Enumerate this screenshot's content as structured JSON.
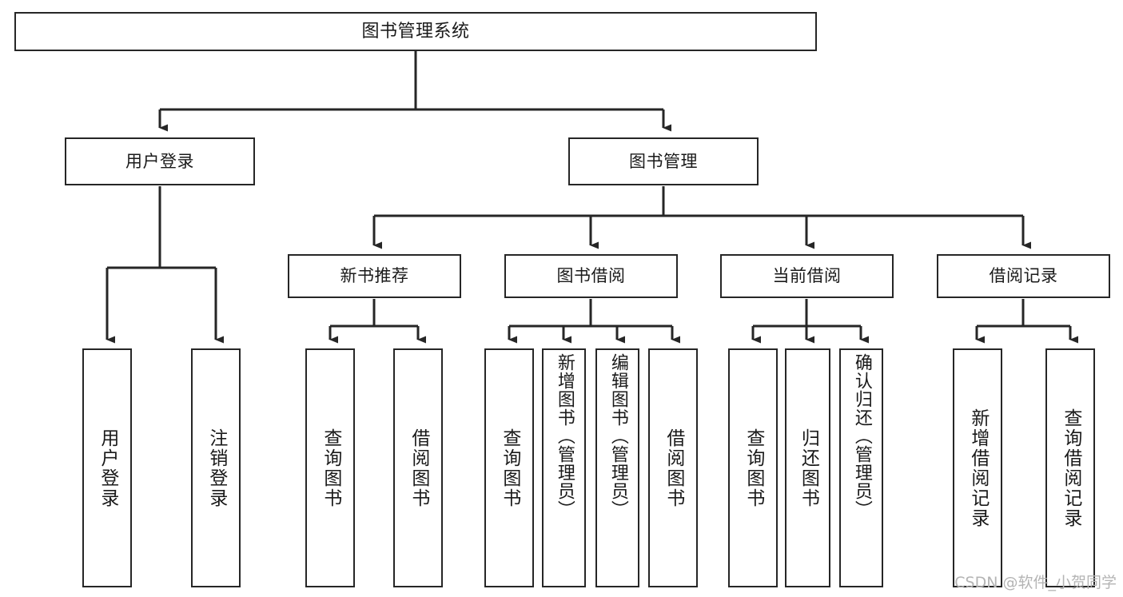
{
  "diagram": {
    "title": "图书管理系统",
    "type": "tree-hierarchy",
    "stroke_color": "#262626",
    "background_color": "#ffffff",
    "text_color": "#1a1a1a"
  },
  "nodes": {
    "root": {
      "label": "图书管理系统"
    },
    "level2": [
      {
        "id": "user-login",
        "label": "用户登录"
      },
      {
        "id": "book-management",
        "label": "图书管理"
      }
    ],
    "level3": [
      {
        "id": "new-book-recommend",
        "label": "新书推荐"
      },
      {
        "id": "book-borrow",
        "label": "图书借阅"
      },
      {
        "id": "current-borrow",
        "label": "当前借阅"
      },
      {
        "id": "borrow-record",
        "label": "借阅记录"
      }
    ],
    "leaves": {
      "user_login": [
        {
          "id": "leaf-user-login",
          "label": "用户登录"
        },
        {
          "id": "leaf-user-logout",
          "label": "注销登录"
        }
      ],
      "new_book_recommend": [
        {
          "id": "leaf-query-book-1",
          "label": "查询图书"
        },
        {
          "id": "leaf-borrow-book-1",
          "label": "借阅图书"
        }
      ],
      "book_borrow": [
        {
          "id": "leaf-query-book-2",
          "label": "查询图书"
        },
        {
          "id": "leaf-add-book",
          "label": "新增图书（管理员）"
        },
        {
          "id": "leaf-edit-book",
          "label": "编辑图书（管理员）"
        },
        {
          "id": "leaf-borrow-book-2",
          "label": "借阅图书"
        }
      ],
      "current_borrow": [
        {
          "id": "leaf-query-book-3",
          "label": "查询图书"
        },
        {
          "id": "leaf-return-book",
          "label": "归还图书"
        },
        {
          "id": "leaf-confirm-return",
          "label": "确认归还（管理员）"
        }
      ],
      "borrow_record": [
        {
          "id": "leaf-add-record",
          "label": "新增借阅记录"
        },
        {
          "id": "leaf-query-record",
          "label": "查询借阅记录"
        }
      ]
    }
  },
  "watermark": {
    "text": "CSDN @软件_小贺同学"
  }
}
